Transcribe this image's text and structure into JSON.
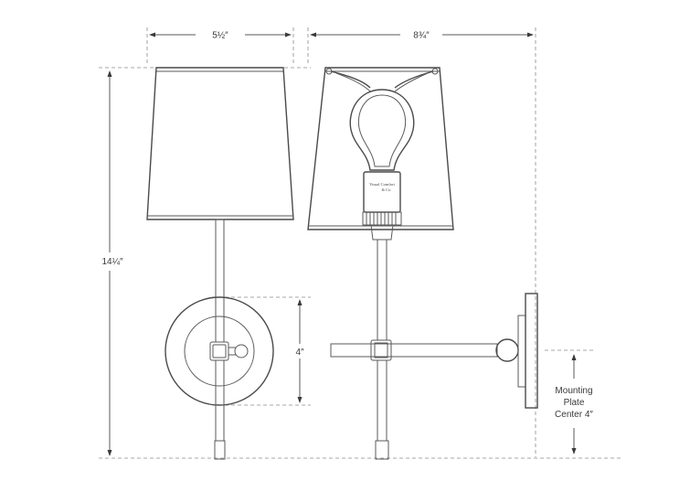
{
  "dimensions": {
    "width": "5½″",
    "extension": "8¾″",
    "height": "14¼″",
    "backplate": "4″",
    "mounting_line1": "Mounting",
    "mounting_line2": "Plate",
    "mounting_line3": "Center 4″"
  },
  "socket": {
    "brand": "Visual Comfort",
    "brand_sub": "& Co."
  }
}
